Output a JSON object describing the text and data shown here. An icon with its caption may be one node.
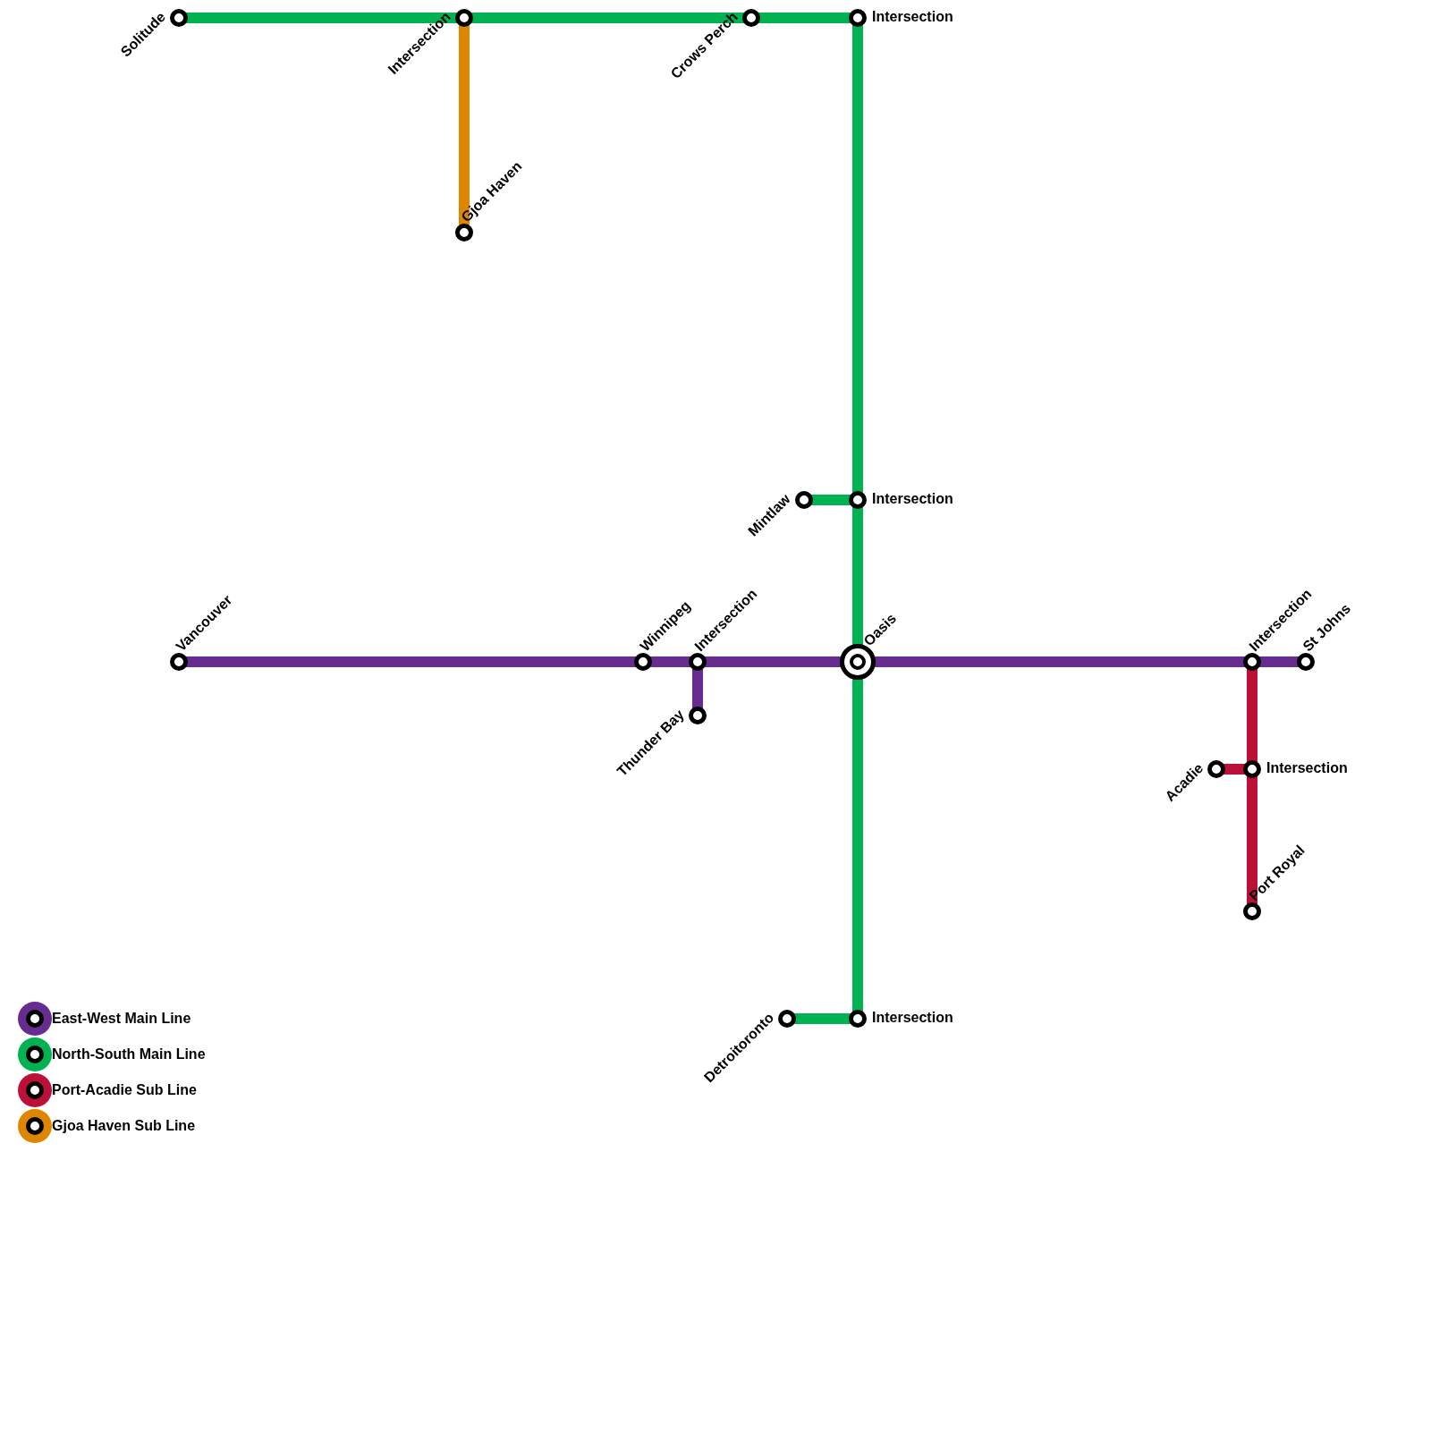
{
  "diagram": {
    "nodes": [
      {
        "text": [
          "Solitude"
        ]
      },
      {
        "text": [
          "Intersection"
        ]
      },
      {
        "text": [
          "Crows Perch"
        ]
      },
      {
        "text": [
          "Intersection"
        ]
      },
      {
        "text": [
          "Gjoa Haven"
        ]
      },
      {
        "text": [
          "Mintlaw"
        ]
      },
      {
        "text": [
          "Intersection"
        ]
      },
      {
        "text": [
          "Vancouver"
        ]
      },
      {
        "text": [
          "Winnipeg"
        ]
      },
      {
        "text": [
          "Intersection"
        ]
      },
      {
        "text": [
          "Thunder Bay"
        ]
      },
      {
        "text": [
          "Oasis"
        ]
      },
      {
        "text": [
          "Intersection"
        ]
      },
      {
        "text": [
          "St Johns"
        ]
      },
      {
        "text": [
          "Acadie"
        ]
      },
      {
        "text": [
          "Intersection"
        ]
      },
      {
        "text": [
          "Port Royal"
        ]
      },
      {
        "text": [
          "Detroitoronto"
        ]
      },
      {
        "text": [
          "Intersection"
        ]
      }
    ],
    "edges": [
      {
        "from": 0,
        "to": 1,
        "arrow": "none",
        "color": "#00b251"
      },
      {
        "from": 1,
        "to": 2,
        "arrow": "none",
        "color": "#00b251"
      },
      {
        "from": 2,
        "to": 3,
        "arrow": "none",
        "color": "#00b251"
      },
      {
        "from": 3,
        "to": 6,
        "arrow": "none",
        "color": "#00b251"
      },
      {
        "from": 5,
        "to": 6,
        "arrow": "none",
        "color": "#00b251"
      },
      {
        "from": 6,
        "to": 11,
        "arrow": "none",
        "color": "#00b251"
      },
      {
        "from": 11,
        "to": 18,
        "arrow": "none",
        "color": "#00b251"
      },
      {
        "from": 17,
        "to": 18,
        "arrow": "none",
        "color": "#00b251"
      },
      {
        "from": 1,
        "to": 4,
        "arrow": "none",
        "color": "#df8600"
      },
      {
        "from": 7,
        "to": 8,
        "arrow": "none",
        "color": "#662c90"
      },
      {
        "from": 8,
        "to": 9,
        "arrow": "none",
        "color": "#662c90"
      },
      {
        "from": 9,
        "to": 10,
        "arrow": "none",
        "color": "#662c90"
      },
      {
        "from": 9,
        "to": 11,
        "arrow": "none",
        "color": "#662c90"
      },
      {
        "from": 11,
        "to": 12,
        "arrow": "none",
        "color": "#662c90"
      },
      {
        "from": 12,
        "to": 13,
        "arrow": "none",
        "color": "#662c90"
      },
      {
        "from": 12,
        "to": 15,
        "arrow": "none",
        "color": "#bd1038"
      },
      {
        "from": 14,
        "to": 15,
        "arrow": "none",
        "color": "#bd1038"
      },
      {
        "from": 15,
        "to": 16,
        "arrow": "none",
        "color": "#bd1038"
      }
    ],
    "legend": [
      {
        "text": "East-West Main Line",
        "color": "#662c90"
      },
      {
        "text": "North-South Main Line",
        "color": "#00b251"
      },
      {
        "text": "Port-Acadie Sub Line",
        "color": "#bd1038"
      },
      {
        "text": "Gjoa Haven Sub Line",
        "color": "#df8600"
      }
    ]
  }
}
